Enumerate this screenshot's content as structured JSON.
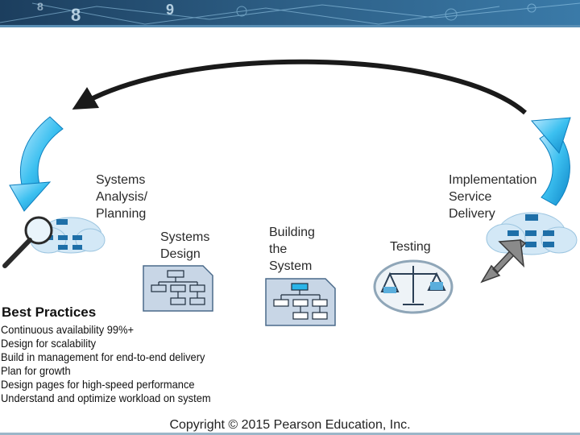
{
  "stages": [
    {
      "id": "analysis",
      "label": "Systems\nAnalysis/\nPlanning"
    },
    {
      "id": "design",
      "label": "Systems\nDesign"
    },
    {
      "id": "building",
      "label": "Building\nthe\nSystem"
    },
    {
      "id": "testing",
      "label": "Testing"
    },
    {
      "id": "implementation",
      "label": "Implementation\nService\nDelivery"
    }
  ],
  "best_practices": {
    "title": "Best Practices",
    "items": [
      "Continuous availability 99%+",
      "Design for scalability",
      "Build in management for end-to-end delivery",
      "Plan for growth",
      "Design pages for high-speed performance",
      "Understand and optimize workload on system"
    ]
  },
  "footer": {
    "copyright": "Copyright © 2015 Pearson Education, Inc."
  },
  "banner": {
    "digits": [
      "8",
      "9",
      "8"
    ]
  },
  "colors": {
    "arrow_cyan": "#2ab4e8",
    "arrow_dark": "#1a1a1a",
    "doc_fill": "#c8d6e6",
    "cloud": "#cfe6f5",
    "banner_dark": "#0f2a44"
  }
}
